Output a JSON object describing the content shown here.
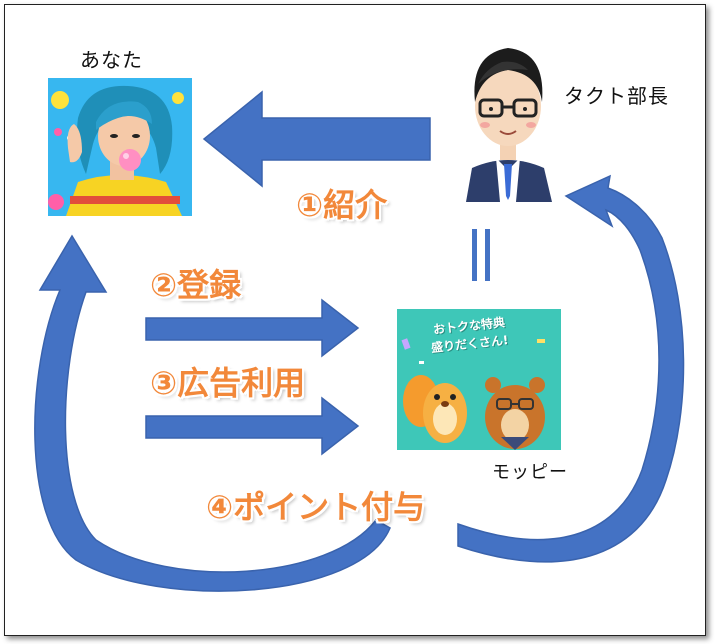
{
  "nodes": {
    "you": {
      "label": "あなた"
    },
    "manager": {
      "label": "タクト部長"
    },
    "moppy": {
      "label": "モッピー",
      "banner_line1": "おトクな特典",
      "banner_line2": "盛りだくさん!"
    }
  },
  "steps": [
    {
      "label": "①紹介"
    },
    {
      "label": "②登録"
    },
    {
      "label": "③広告利用"
    },
    {
      "label": "④ポイント付与"
    }
  ],
  "colors": {
    "arrow": "#4472c4",
    "step_text": "#f2883a",
    "moppy_bg": "#3ec7b8",
    "you_bg": "#37b7f0"
  }
}
